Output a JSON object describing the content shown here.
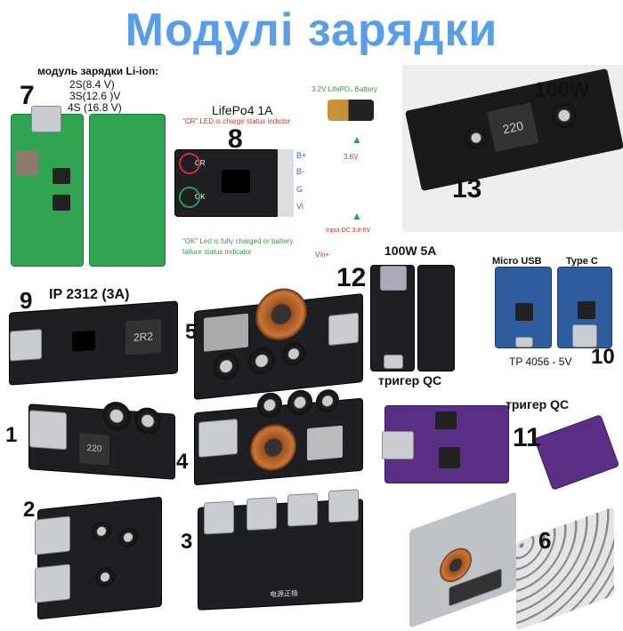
{
  "title": "Модулі зарядки",
  "m7": {
    "number": "7",
    "heading": "модуль зарядки Li-ion:",
    "lines": [
      "2S(8.4 V)",
      "3S(12.6 )V",
      "4S (16.8 V)"
    ]
  },
  "m8": {
    "number": "8",
    "heading": "LifePo4 1A",
    "cr_note": "\"CR\" LED is charge status indictor",
    "ok_note": "\"OK\" Led is fully charged or battery failure status indicator",
    "battery": "3.2V LifePO₄ Battery",
    "v_out": "3.6V",
    "v_in": "Input DC 3.8-6V",
    "vin_plus": "Vin+",
    "pins": [
      "B+",
      "B-",
      "G",
      "Vi"
    ],
    "led_cr": "CR",
    "led_ok": "OK"
  },
  "m13": {
    "number": "13",
    "power": "100W",
    "inductor": "220"
  },
  "m12": {
    "number": "12",
    "heading": "100W 5A",
    "caption": "тригер QC"
  },
  "m10": {
    "number": "10",
    "left": "Micro USB",
    "right": "Type C",
    "caption": "TP 4056 - 5V"
  },
  "m9": {
    "number": "9",
    "heading": "IP 2312 (3A)",
    "inductor": "2R2"
  },
  "m5": {
    "number": "5"
  },
  "m1": {
    "number": "1",
    "inductor": "220"
  },
  "m4": {
    "number": "4"
  },
  "m11": {
    "number": "11",
    "caption": "тригер QC"
  },
  "m2": {
    "number": "2"
  },
  "m3": {
    "number": "3",
    "silk": "电源正极"
  },
  "m6": {
    "number": "6"
  },
  "colors": {
    "title": "#5a9ee8",
    "green_pcb": "#2fa552",
    "black_pcb": "#1d1f22",
    "blue_pcb": "#2f5c9e",
    "purple_pcb": "#5b2f86"
  }
}
